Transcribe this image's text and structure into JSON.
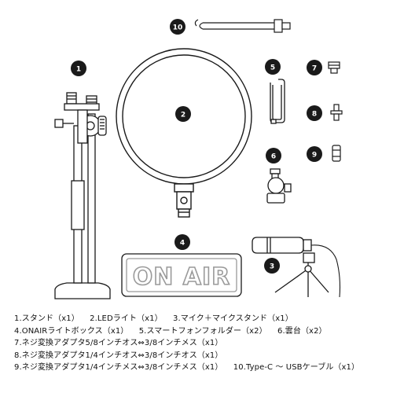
{
  "badges": {
    "b1": "1",
    "b2": "2",
    "b3": "3",
    "b4": "4",
    "b5": "5",
    "b6": "6",
    "b7": "7",
    "b8": "8",
    "b9": "9",
    "b10": "10"
  },
  "onair_label": "ON AIR",
  "colors": {
    "badge": "#1a1a1a",
    "line": "#1a1a1a",
    "sign_outline": "#9a9a9a",
    "background": "#ffffff"
  },
  "parts_list": {
    "line1": [
      "1.スタンド（x1）",
      "2.LEDライト（x1）",
      "3.マイク＋マイクスタンド（x1）"
    ],
    "line2": [
      "4.ONAIRライトボックス（x1）",
      "5.スマートフォンフォルダー（x2）",
      "6.雲台（x2）"
    ],
    "line3": [
      "7.ネジ変換アダプタ5/8インチオス⇔3/8インチメス（x1）"
    ],
    "line4": [
      "8.ネジ変換アダプタ1/4インチオス⇔3/8インチオス（x1）"
    ],
    "line5": [
      "9.ネジ変換アダプタ1/4インチメス⇔3/8インチメス（x1）",
      "10.Type-C 〜 USBケーブル（x1）"
    ]
  }
}
